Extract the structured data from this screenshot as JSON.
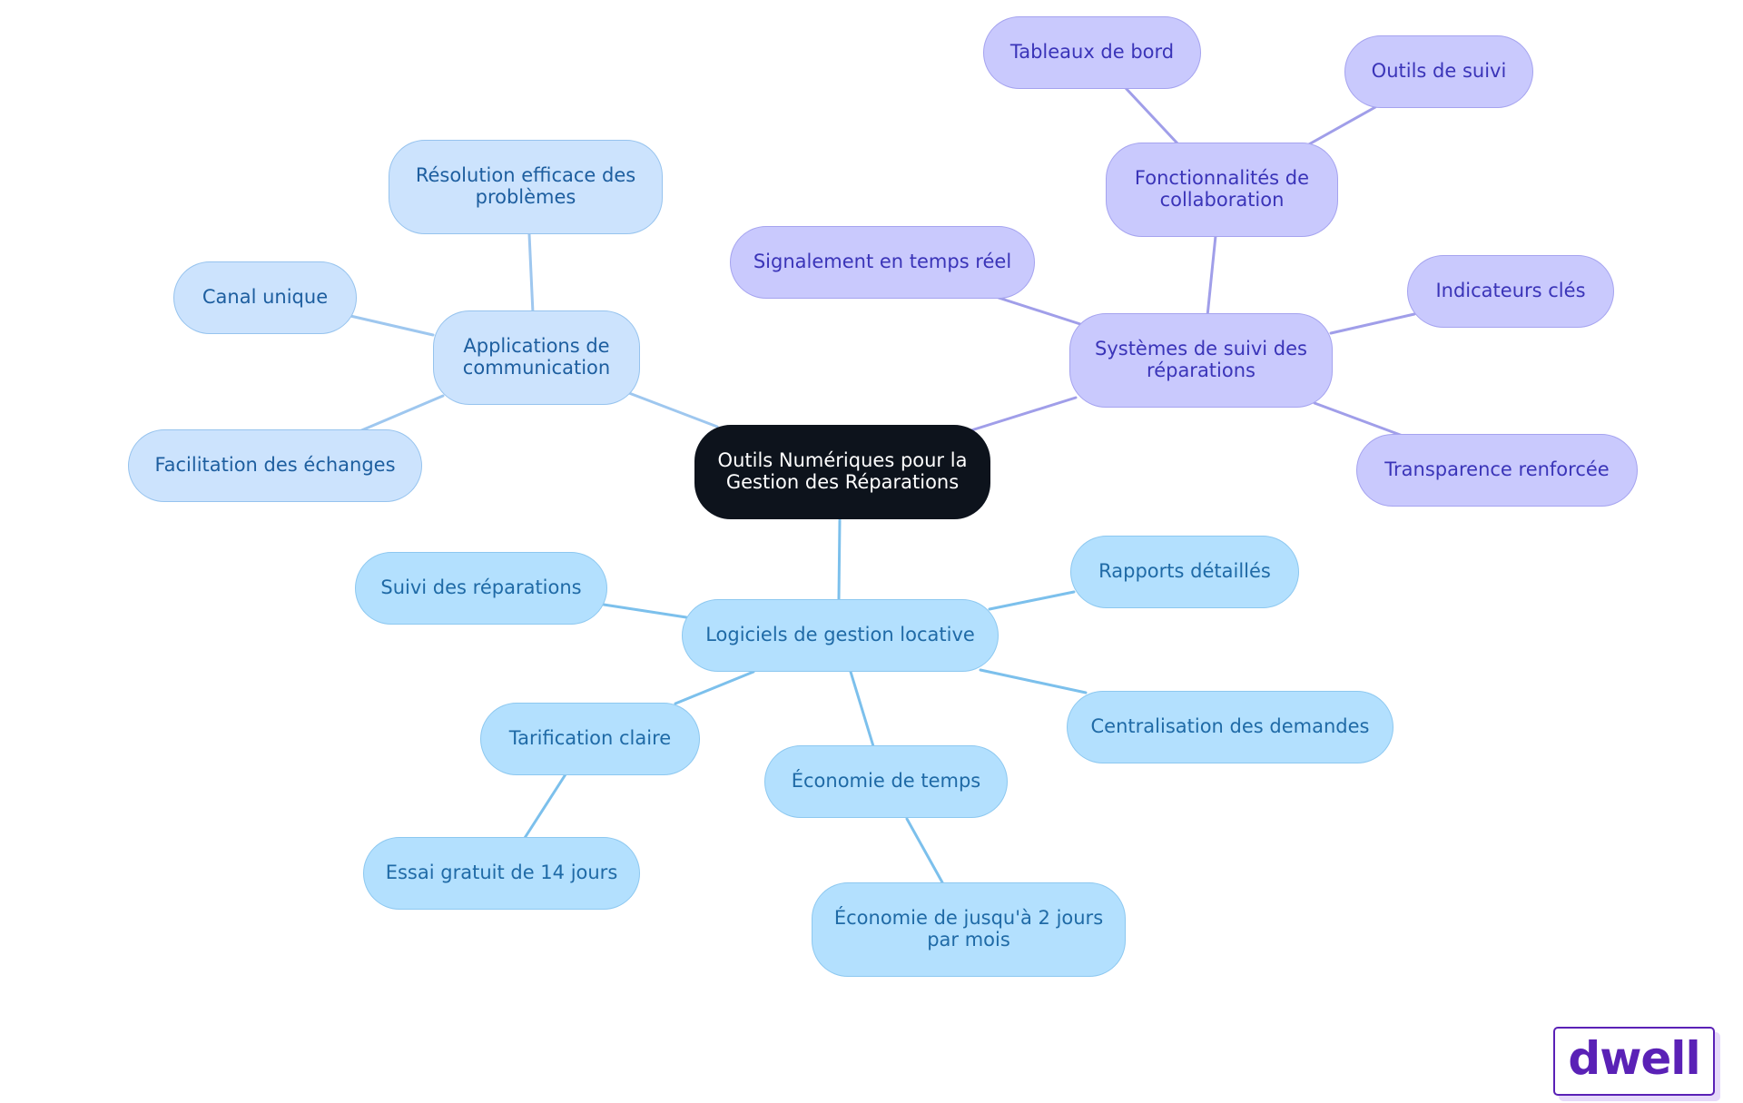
{
  "diagram": {
    "center": "Outils Numériques pour la Gestion des Réparations",
    "branches": {
      "communication": {
        "label": "Applications de communication",
        "children": {
          "resolution": "Résolution efficace des problèmes",
          "canal": "Canal unique",
          "facilitation": "Facilitation des échanges"
        }
      },
      "suivi": {
        "label": "Systèmes de suivi des réparations",
        "children": {
          "collaboration": {
            "label": "Fonctionnalités de collaboration",
            "children": {
              "tableaux": "Tableaux de bord",
              "outils": "Outils de suivi"
            }
          },
          "signalement": "Signalement en temps réel",
          "indicateurs": "Indicateurs clés",
          "transparence": "Transparence renforcée"
        }
      },
      "logiciels": {
        "label": "Logiciels de gestion locative",
        "children": {
          "suivi_reparations": "Suivi des réparations",
          "rapports": "Rapports détaillés",
          "centralisation": "Centralisation des demandes",
          "tarification": {
            "label": "Tarification claire",
            "children": {
              "essai": "Essai gratuit de 14 jours"
            }
          },
          "economie": {
            "label": "Économie de temps",
            "children": {
              "jours": "Économie de jusqu'à 2 jours par mois"
            }
          }
        }
      }
    }
  },
  "logo": {
    "text": "dwell"
  },
  "colors": {
    "center_fill": "#0d131c",
    "blue_fill": "#b3e0fe",
    "lightblue_fill": "#cce3fd",
    "purple_fill": "#c9c9fd",
    "brand": "#5a21b6"
  }
}
